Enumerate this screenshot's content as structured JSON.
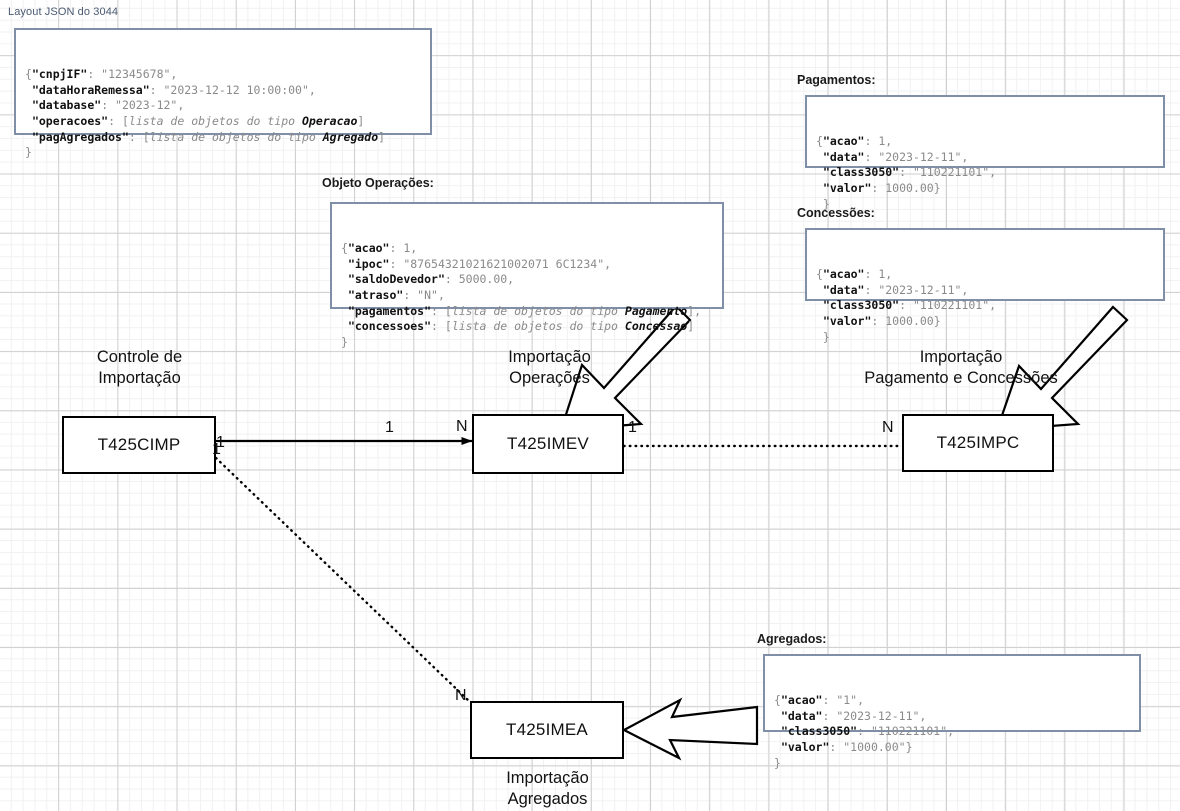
{
  "page": {
    "title": "Layout JSON do 3044",
    "background": "#ffffff",
    "grid_major_color": "#cfcfcf",
    "grid_minor_color": "#f1f1f1",
    "box_border_color": "#7f8fa8",
    "entity_border_color": "#000000"
  },
  "json_boxes": {
    "root": {
      "caption": "",
      "lines": [
        {
          "segments": [
            {
              "t": "{",
              "s": "plain"
            },
            {
              "t": "\"cnpjIF\"",
              "s": "key"
            },
            {
              "t": ": \"12345678\",",
              "s": "plain"
            }
          ]
        },
        {
          "segments": [
            {
              "t": " ",
              "s": "plain"
            },
            {
              "t": "\"dataHoraRemessa\"",
              "s": "key"
            },
            {
              "t": ": \"2023-12-12 10:00:00\",",
              "s": "plain"
            }
          ]
        },
        {
          "segments": [
            {
              "t": " ",
              "s": "plain"
            },
            {
              "t": "\"database\"",
              "s": "key"
            },
            {
              "t": ": \"2023-12\",",
              "s": "plain"
            }
          ]
        },
        {
          "segments": [
            {
              "t": " ",
              "s": "plain"
            },
            {
              "t": "\"operacoes\"",
              "s": "key"
            },
            {
              "t": ": [",
              "s": "plain"
            },
            {
              "t": "lista de objetos do tipo ",
              "s": "italic"
            },
            {
              "t": "Operacao",
              "s": "italic-bold"
            },
            {
              "t": "]",
              "s": "plain"
            }
          ]
        },
        {
          "segments": [
            {
              "t": " ",
              "s": "plain"
            },
            {
              "t": "\"pagAgregados\"",
              "s": "key"
            },
            {
              "t": ": [",
              "s": "plain"
            },
            {
              "t": "lista de objetos do tipo ",
              "s": "italic"
            },
            {
              "t": "Agregado",
              "s": "italic-bold"
            },
            {
              "t": "]",
              "s": "plain"
            }
          ]
        },
        {
          "segments": [
            {
              "t": "}",
              "s": "plain"
            }
          ]
        }
      ]
    },
    "operacoes": {
      "caption": "Objeto Operações:",
      "lines": [
        {
          "segments": [
            {
              "t": "{",
              "s": "plain"
            },
            {
              "t": "\"acao\"",
              "s": "key"
            },
            {
              "t": ": 1,",
              "s": "plain"
            }
          ]
        },
        {
          "segments": [
            {
              "t": " ",
              "s": "plain"
            },
            {
              "t": "\"ipoc\"",
              "s": "key"
            },
            {
              "t": ": \"87654321021621002071 6C1234\",",
              "s": "plain"
            }
          ]
        },
        {
          "segments": [
            {
              "t": " ",
              "s": "plain"
            },
            {
              "t": "\"saldoDevedor\"",
              "s": "key"
            },
            {
              "t": ": 5000.00,",
              "s": "plain"
            }
          ]
        },
        {
          "segments": [
            {
              "t": " ",
              "s": "plain"
            },
            {
              "t": "\"atraso\"",
              "s": "key"
            },
            {
              "t": ": \"N\",",
              "s": "plain"
            }
          ]
        },
        {
          "segments": [
            {
              "t": " ",
              "s": "plain"
            },
            {
              "t": "\"pagamentos\"",
              "s": "key"
            },
            {
              "t": ": [",
              "s": "plain"
            },
            {
              "t": "lista de objetos do tipo ",
              "s": "italic"
            },
            {
              "t": "Pagamento",
              "s": "italic-bold"
            },
            {
              "t": "],",
              "s": "plain"
            }
          ]
        },
        {
          "segments": [
            {
              "t": " ",
              "s": "plain"
            },
            {
              "t": "\"concessoes\"",
              "s": "key"
            },
            {
              "t": ": [",
              "s": "plain"
            },
            {
              "t": "lista de objetos do tipo ",
              "s": "italic"
            },
            {
              "t": "Concessao",
              "s": "italic-bold"
            },
            {
              "t": "]",
              "s": "plain"
            }
          ]
        },
        {
          "segments": [
            {
              "t": "}",
              "s": "plain"
            }
          ]
        }
      ]
    },
    "pagamentos": {
      "caption": "Pagamentos:",
      "lines": [
        {
          "segments": [
            {
              "t": "{",
              "s": "plain"
            },
            {
              "t": "\"acao\"",
              "s": "key"
            },
            {
              "t": ": 1,",
              "s": "plain"
            }
          ]
        },
        {
          "segments": [
            {
              "t": " ",
              "s": "plain"
            },
            {
              "t": "\"data\"",
              "s": "key"
            },
            {
              "t": ": \"2023-12-11\",",
              "s": "plain"
            }
          ]
        },
        {
          "segments": [
            {
              "t": " ",
              "s": "plain"
            },
            {
              "t": "\"class3050\"",
              "s": "key"
            },
            {
              "t": ": \"110221101\",",
              "s": "plain"
            }
          ]
        },
        {
          "segments": [
            {
              "t": " ",
              "s": "plain"
            },
            {
              "t": "\"valor\"",
              "s": "key"
            },
            {
              "t": ": 1000.00}",
              "s": "plain"
            }
          ]
        },
        {
          "segments": [
            {
              "t": " }",
              "s": "plain"
            }
          ]
        }
      ]
    },
    "concessoes": {
      "caption": "Concessões:",
      "lines": [
        {
          "segments": [
            {
              "t": "{",
              "s": "plain"
            },
            {
              "t": "\"acao\"",
              "s": "key"
            },
            {
              "t": ": 1,",
              "s": "plain"
            }
          ]
        },
        {
          "segments": [
            {
              "t": " ",
              "s": "plain"
            },
            {
              "t": "\"data\"",
              "s": "key"
            },
            {
              "t": ": \"2023-12-11\",",
              "s": "plain"
            }
          ]
        },
        {
          "segments": [
            {
              "t": " ",
              "s": "plain"
            },
            {
              "t": "\"class3050\"",
              "s": "key"
            },
            {
              "t": ": \"110221101\",",
              "s": "plain"
            }
          ]
        },
        {
          "segments": [
            {
              "t": " ",
              "s": "plain"
            },
            {
              "t": "\"valor\"",
              "s": "key"
            },
            {
              "t": ": 1000.00}",
              "s": "plain"
            }
          ]
        },
        {
          "segments": [
            {
              "t": " }",
              "s": "plain"
            }
          ]
        }
      ]
    },
    "agregados": {
      "caption": "Agregados:",
      "lines": [
        {
          "segments": [
            {
              "t": "{",
              "s": "plain"
            },
            {
              "t": "\"acao\"",
              "s": "key"
            },
            {
              "t": ": \"1\",",
              "s": "plain"
            }
          ]
        },
        {
          "segments": [
            {
              "t": " ",
              "s": "plain"
            },
            {
              "t": "\"data\"",
              "s": "key"
            },
            {
              "t": ": \"2023-12-11\",",
              "s": "plain"
            }
          ]
        },
        {
          "segments": [
            {
              "t": " ",
              "s": "plain"
            },
            {
              "t": "\"class3050\"",
              "s": "key"
            },
            {
              "t": ": \"110221101\",",
              "s": "plain"
            }
          ]
        },
        {
          "segments": [
            {
              "t": " ",
              "s": "plain"
            },
            {
              "t": "\"valor\"",
              "s": "key"
            },
            {
              "t": ": \"1000.00\"}",
              "s": "plain"
            }
          ]
        },
        {
          "segments": [
            {
              "t": "}",
              "s": "plain"
            }
          ]
        }
      ]
    }
  },
  "entities": [
    {
      "id": "t425cimp",
      "name": "T425CIMP",
      "caption": "Controle de\nImportação",
      "caption_position": "above"
    },
    {
      "id": "t425imev",
      "name": "T425IMEV",
      "caption": "Importação\nOperações",
      "caption_position": "above"
    },
    {
      "id": "t425impc",
      "name": "T425IMPC",
      "caption": "Importação\nPagamento e Concessões",
      "caption_position": "above"
    },
    {
      "id": "t425imea",
      "name": "T425IMEA",
      "caption": "Importação\nAgregados",
      "caption_position": "below"
    }
  ],
  "cardinalities": {
    "cimp_to_imev_source": "1",
    "cimp_to_imev_middle": "1",
    "cimp_to_imev_target": "N",
    "imev_to_impc_source": "1",
    "imev_to_impc_target": "N",
    "cimp_to_imea_source": "1",
    "cimp_to_imea_target": "N"
  }
}
